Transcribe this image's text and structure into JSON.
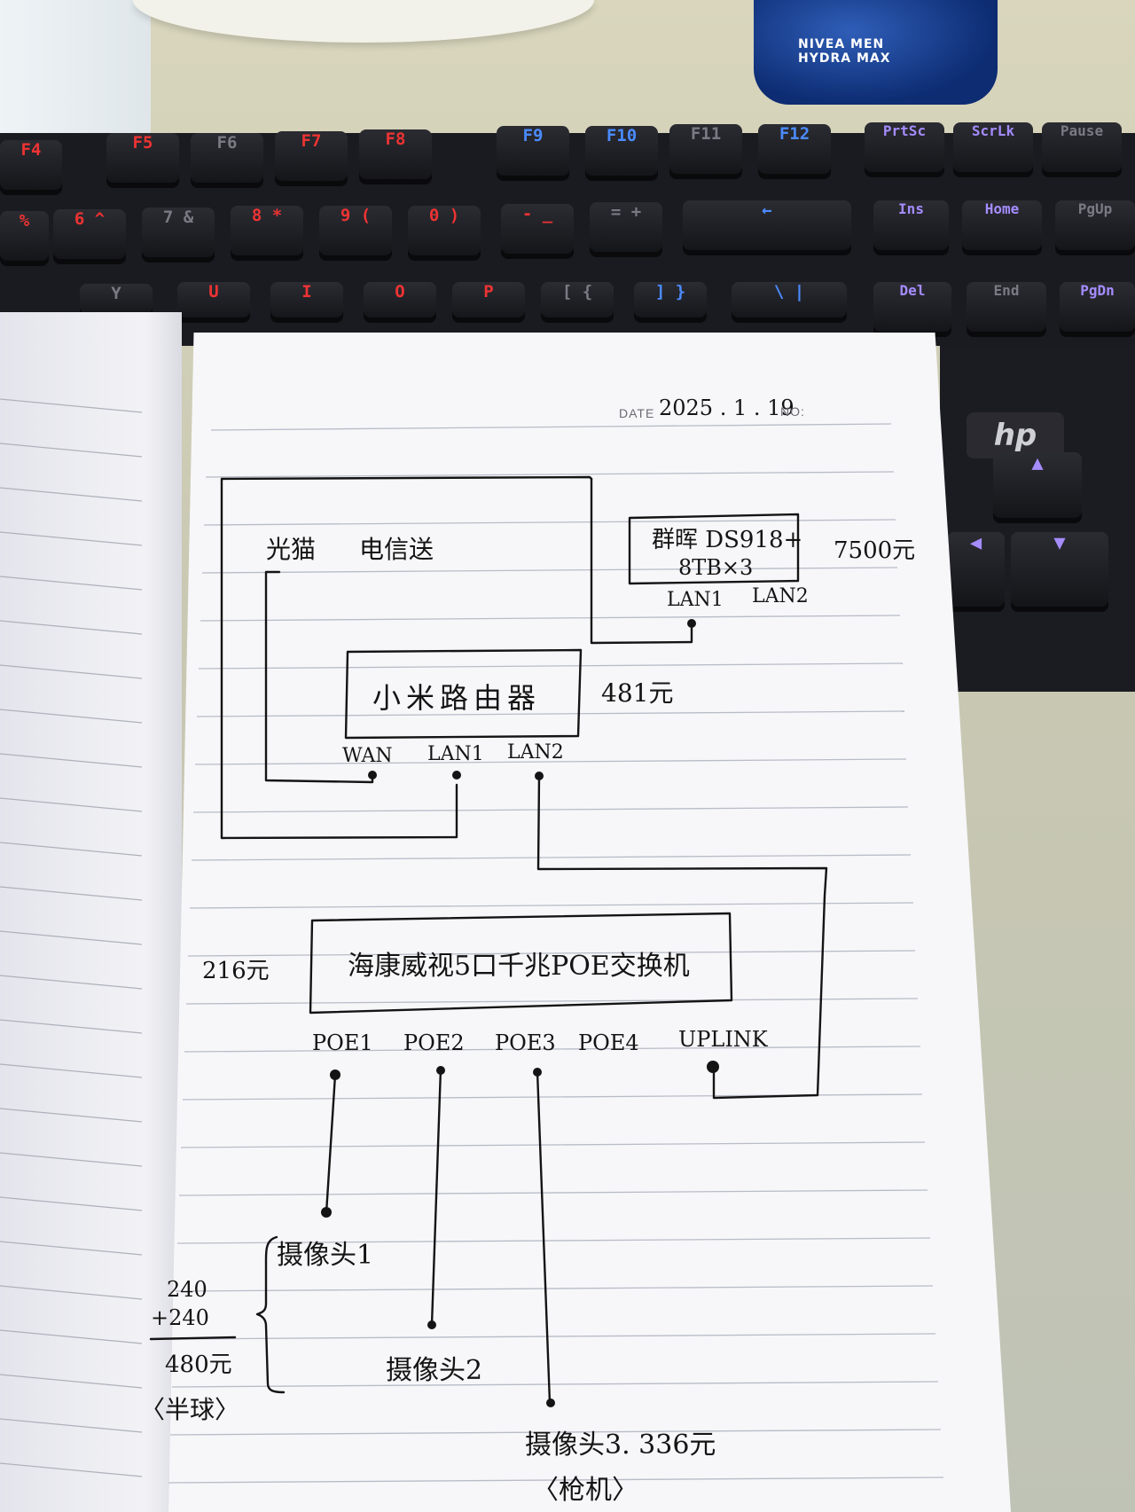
{
  "desk": {
    "jar_brand": "NIVEA MEN",
    "jar_product": "HYDRA MAX"
  },
  "keyboard": {
    "function_row": [
      "F4",
      "F5",
      "F6",
      "F7",
      "F8",
      "F9",
      "F10",
      "F11",
      "F12",
      "PrtSc",
      "ScrLk",
      "Pause"
    ],
    "number_row": [
      "%",
      "6 ^",
      "7 &",
      "8 *",
      "9 (",
      "0 )",
      "- _",
      "= +",
      "←",
      "Ins",
      "Home",
      "PgUp"
    ],
    "letter_row": [
      "Y",
      "U",
      "I",
      "O",
      "P",
      "[ {",
      "] }",
      "\\ |",
      "Del",
      "End",
      "PgDn"
    ],
    "logo": "hp",
    "colors": {
      "red_keys": "#e03434",
      "blue_keys": "#4b8bff",
      "purple_keys": "#a58cff"
    }
  },
  "notebook": {
    "header": {
      "date_label": "DATE",
      "date_value": "2025 . 1 . 19",
      "no_label": "NO:"
    },
    "diagram": {
      "isp_label": "光猫",
      "isp_name": "电信送",
      "nas_name": "群晖 DS918+",
      "nas_storage": "8TB×3",
      "nas_price": "7500元",
      "nas_port_1": "LAN1",
      "nas_port_2": "LAN2",
      "router_name": "小米路由器",
      "router_price": "481元",
      "router_port_wan": "WAN",
      "router_port_lan1": "LAN1",
      "router_port_lan2": "LAN2",
      "switch_name": "海康威视5口千兆POE交换机",
      "switch_price": "216元",
      "switch_ports": [
        "POE1",
        "POE2",
        "POE3",
        "POE4",
        "UPLINK"
      ],
      "camera_1": "摄像头1",
      "camera_2": "摄像头2",
      "camera_3": "摄像头3.  336元",
      "camera_3_type": "〈枪机〉",
      "dome_calc_line1": "240",
      "dome_calc_line2": "+240",
      "dome_calc_total": "480元",
      "dome_type": "〈半球〉"
    }
  }
}
